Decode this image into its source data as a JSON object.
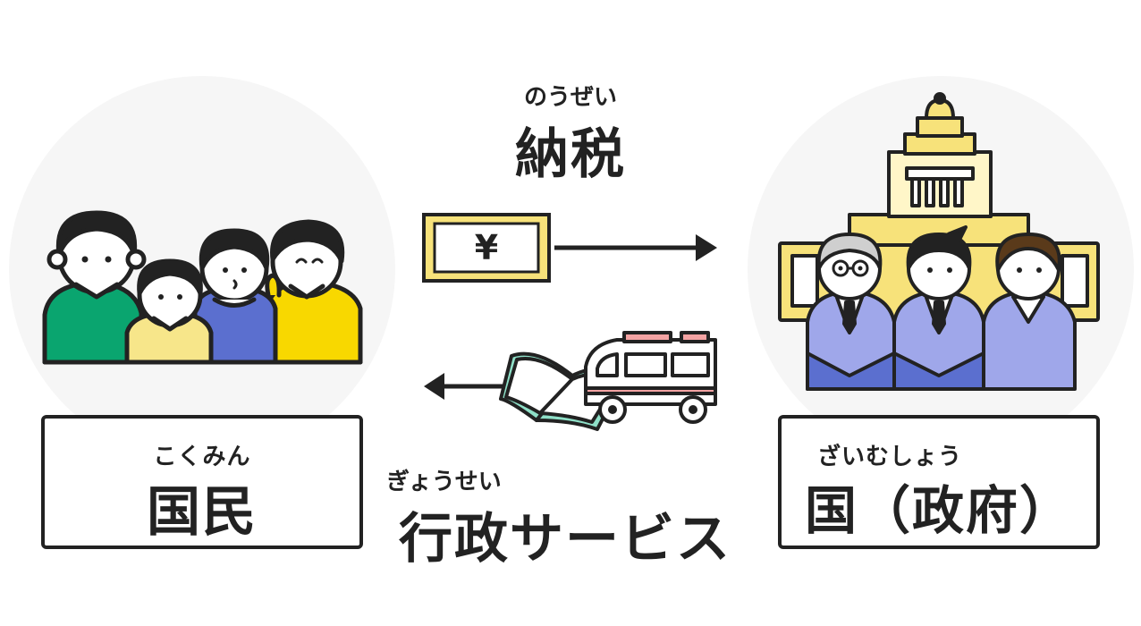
{
  "citizens": {
    "ruby": "こくみん",
    "label": "国民"
  },
  "government": {
    "ruby": "ざいむしょう",
    "label": "国（政府）"
  },
  "tax": {
    "ruby": "のうぜい",
    "label": "納税"
  },
  "services": {
    "ruby": "ぎょうせい",
    "label": "行政サービス"
  },
  "money": {
    "symbol": "¥"
  },
  "colors": {
    "outline": "#222222",
    "green": "#0aa56f",
    "light_yellow": "#f7e68a",
    "blue": "#5b6fcf",
    "yellow": "#f8d800",
    "suit": "#9fa7ea",
    "parliament": "#f7e27a",
    "circle": "#f6f6f6"
  }
}
